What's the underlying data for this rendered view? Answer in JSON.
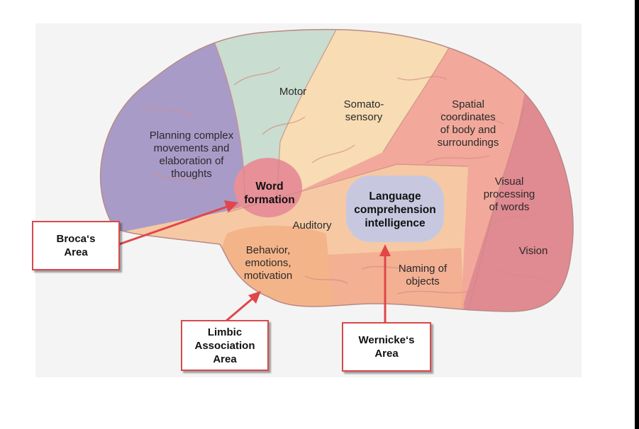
{
  "regions": {
    "planning": "Planning complex\nmovements and\nelaboration of\nthoughts",
    "motor": "Motor",
    "somatosensory": "Somato-\nsensory",
    "spatial": "Spatial\ncoordinates\nof body and\nsurroundings",
    "word_formation": "Word\nformation",
    "language": "Language\ncomprehension\nintelligence",
    "visual_words": "Visual\nprocessing\nof words",
    "auditory": "Auditory",
    "behavior": "Behavior,\nemotions,\nmotivation",
    "vision": "Vision",
    "naming": "Naming of\nobjects"
  },
  "callouts": {
    "broca": "Broca‘s\nArea",
    "limbic": "Limbic\nAssociation\nArea",
    "wernicke": "Wernicke‘s\nArea"
  },
  "colors": {
    "prefrontal": "#a99bc8",
    "motor": "#c9ddd0",
    "somatosensory": "#f8dcb4",
    "parietal": "#f2a99b",
    "occipital": "#e08a92",
    "temporal": "#f6c9a4",
    "limbic": "#f4b489",
    "word_formation": "#e89098",
    "wernicke": "#c7c8e0",
    "callout_border": "#d64a4a",
    "arrow": "#e0464a"
  }
}
